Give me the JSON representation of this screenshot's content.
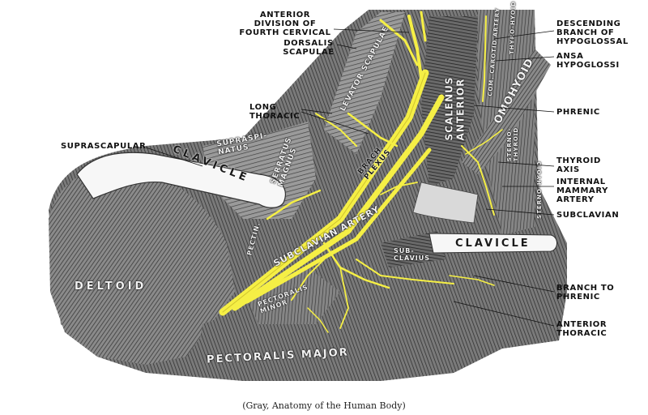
{
  "labels": {
    "anterior_division": "ANTERIOR\nDIVISION OF\nFOURTH CERVICAL",
    "dorsalis_scapulae": "DORSALIS\nSCAPULAE",
    "long_thoracic": "LONG\nTHORACIC",
    "suprascapular": "SUPRASCAPULAR",
    "descending_branch": "DESCENDING\nBRANCH OF\nHYPOGLOSSAL",
    "ansa_hypoglossi": "ANSA\nHYPOGLOSSI",
    "phrenic": "PHRENIC",
    "thyroid_axis": "THYROID\nAXIS",
    "internal_mammary": "INTERNAL\nMAMMARY\nARTERY",
    "subclavian": "SUBCLAVIAN",
    "branch_to_phrenic": "BRANCH TO\nPHRENIC",
    "anterior_thoracic": "ANTERIOR\nTHORACIC"
  },
  "structures": {
    "clavicle_left": "CLAVICLE",
    "clavicle_right": "CLAVICLE",
    "deltoid": "DELTOID",
    "pectoralis_major": "PECTORALIS MAJOR",
    "levator_scapulae": "LEVATOR SCAPULAE",
    "scalenus_anterior": "SCALENUS\nANTERIOR",
    "omohyoid": "OMOHYOID",
    "serratus_magnus": "SERRATUS\nMAGNUS",
    "suprascapular_muscle": "SUPRASPI-\nNATUS",
    "brach_plexus": "BRACH.\nPLEXUS",
    "subclavian_artery": "SUBCLAVIAN ARTERY",
    "subclavius": "SUB-\nCLAVIUS",
    "pectoralis_minor": "PECTORALIS\nMINOR",
    "pectin": "PECTIN.",
    "sterno_hyoid": "STERNO-HYOID",
    "sterno_thyroid": "STERNO-\nTHYROID",
    "carotid_artery": "COM. CAROTID ARTERY",
    "thyro_hyoid": "THYRO-HYOID"
  },
  "caption": "(Gray, Anatomy of the Human Body)",
  "colors": {
    "nerve": "#f5ef45",
    "muscle": "#6e6e6e",
    "bone": "#f7f7f7",
    "background": "#ffffff"
  }
}
